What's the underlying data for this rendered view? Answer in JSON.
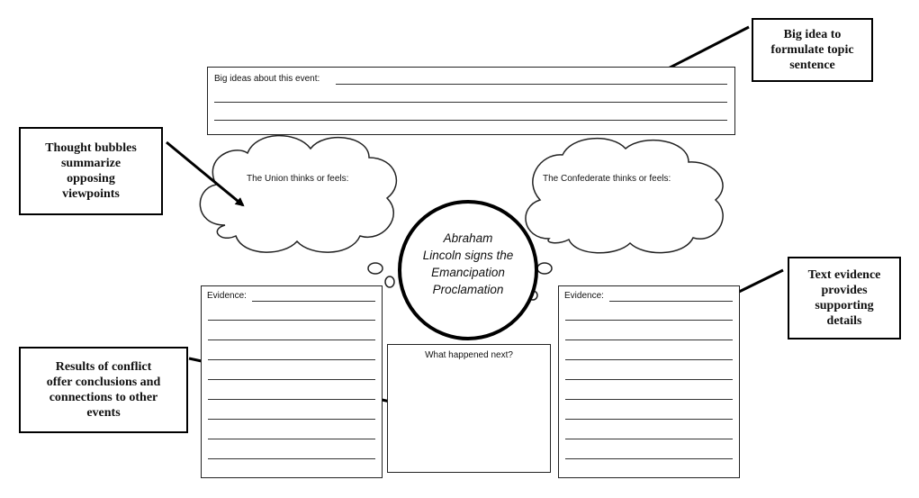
{
  "big_ideas": {
    "label": "Big ideas about this event:"
  },
  "clouds": {
    "union_label": "The Union thinks or feels:",
    "confederate_label": "The Confederate thinks or feels:"
  },
  "center": {
    "line1": "Abraham",
    "line2": "Lincoln signs the",
    "line3": "Emancipation",
    "line4": "Proclamation"
  },
  "evidence_left": {
    "label": "Evidence:"
  },
  "evidence_right": {
    "label": "Evidence:"
  },
  "what_next": {
    "label": "What happened next?"
  },
  "callouts": {
    "big_idea": {
      "line1": "Big idea to",
      "line2": "formulate topic",
      "line3": "sentence"
    },
    "thought": {
      "line1": "Thought bubbles",
      "line2": "summarize",
      "line3": "opposing",
      "line4": "viewpoints"
    },
    "text_evidence": {
      "line1": "Text evidence",
      "line2": "provides",
      "line3": "supporting",
      "line4": "details"
    },
    "results": {
      "line1": "Results of conflict",
      "line2": "offer conclusions and",
      "line3": "connections to other",
      "line4": "events"
    }
  }
}
